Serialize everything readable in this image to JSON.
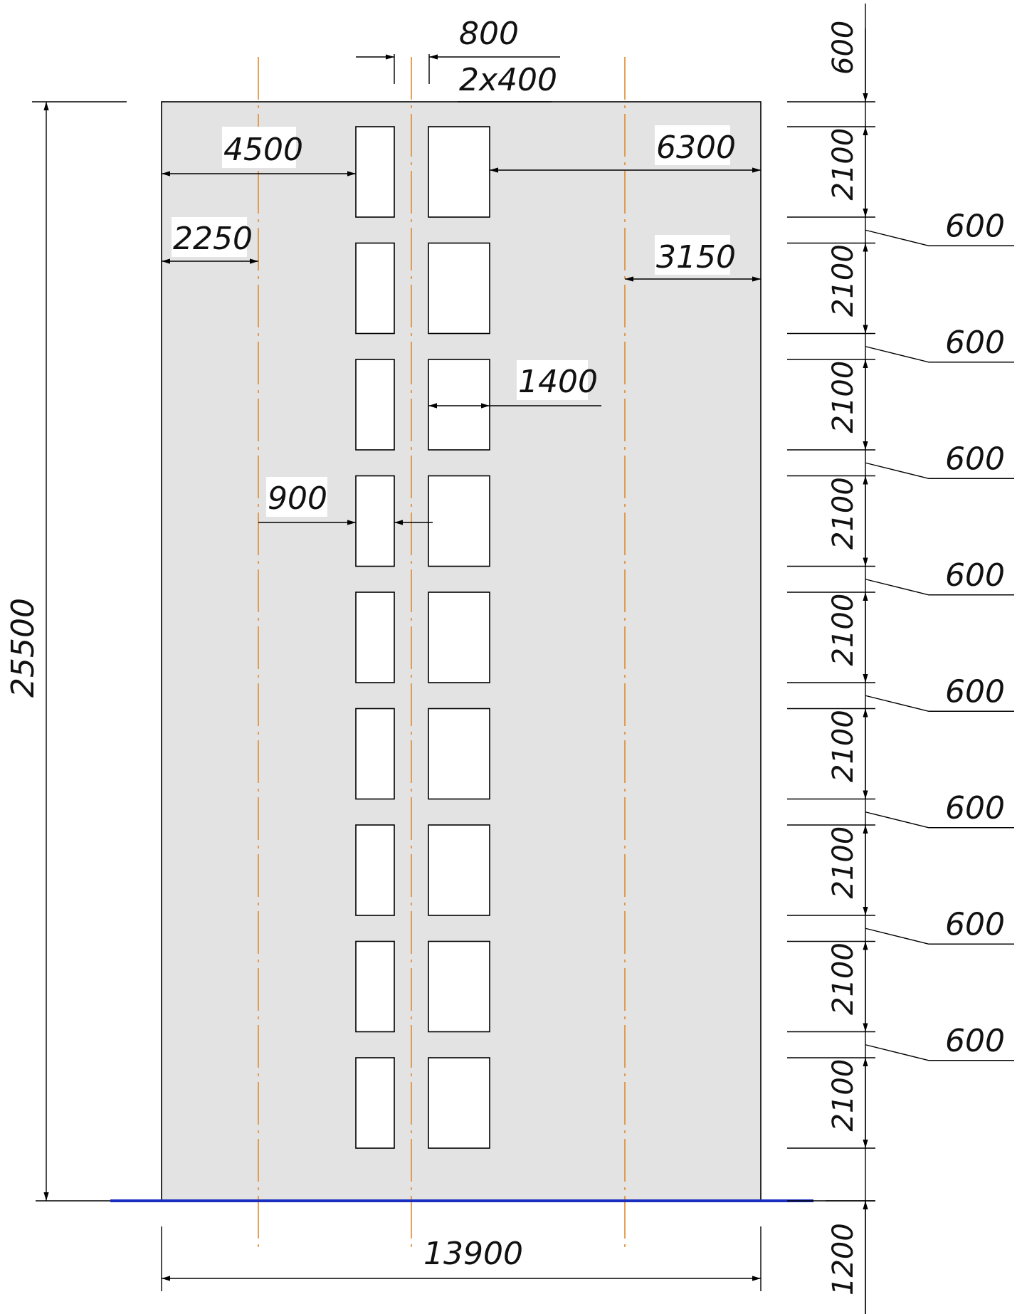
{
  "drawing": {
    "colors": {
      "wall_fill": "#e3e3e3",
      "axis_line": "#e08a2e",
      "ground_line": "#1a2fbf",
      "line": "#000000"
    },
    "storeys": 9,
    "dimensions": {
      "window_gap": "800",
      "window_gap_sub": "2x400",
      "left_to_windows": "4500",
      "right_to_windows": "6300",
      "left_to_axis": "2250",
      "right_to_axis": "3150",
      "window_width": "1400",
      "axis_to_window": "900",
      "total_height": "25500",
      "total_width": "13900",
      "top_parapet": "600",
      "window_height": "2100",
      "pier_height": "600",
      "bottom_height": "1200"
    }
  }
}
